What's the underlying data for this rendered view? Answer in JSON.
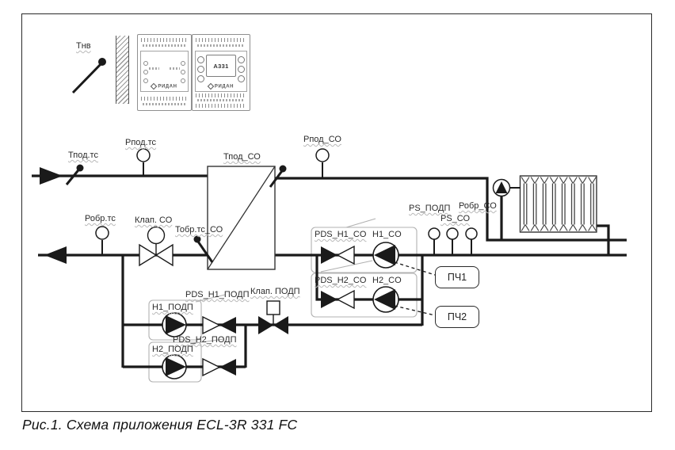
{
  "caption": "Рис.1. Схема приложения ECL-3R 331 FC",
  "controller": {
    "model": "A331",
    "brand": "РИДАН"
  },
  "labels": {
    "tnv": "Тнв",
    "tpod_ts": "Тпод.тс",
    "ppod_ts": "Рпод.тс",
    "tpod_so": "Тпод_СО",
    "ppod_so": "Рпод_СО",
    "pobr_ts": "Робр.тс",
    "klap_so": "Клап. СО",
    "tobr_ts_so": "Тобр.тс_СО",
    "pds_h1_co": "PDS_H1_CO",
    "h1_co": "H1_CO",
    "pds_h2_co": "PDS_H2_CO",
    "h2_co": "H2_CO",
    "ps_podp": "PS_ПОДП",
    "ps_so": "PS_СО",
    "pobr_so": "Робр_СО",
    "pch1": "ПЧ1",
    "pch2": "ПЧ2",
    "pds_h1_podp": "PDS_H1_ПОДП",
    "h1_podp": "H1_ПОДП",
    "pds_h2_podp": "PDS_H2_ПОДП",
    "h2_podp": "H2_ПОДП",
    "klap_podp": "Клап. ПОДП"
  },
  "colors": {
    "line": "#1a1a1a",
    "group_box": "#b0b0b0"
  }
}
